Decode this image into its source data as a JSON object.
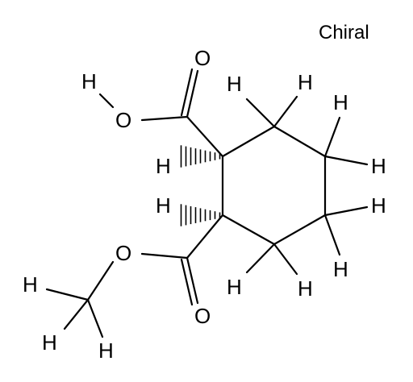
{
  "flag": "Chiral",
  "atoms": {
    "o_carbonyl_top": "O",
    "o_hydroxyl": "O",
    "h_hydroxyl": "H",
    "h_c1": "H",
    "h_c2": "H",
    "h_c3a": "H",
    "h_c3b": "H",
    "h_c4a": "H",
    "h_c4b": "H",
    "h_c5a": "H",
    "h_c5b": "H",
    "h_c6a": "H",
    "h_c6b": "H",
    "o_ester": "O",
    "o_carbonyl_bottom": "O",
    "h_methyl_a": "H",
    "h_methyl_b": "H",
    "h_methyl_c": "H"
  }
}
